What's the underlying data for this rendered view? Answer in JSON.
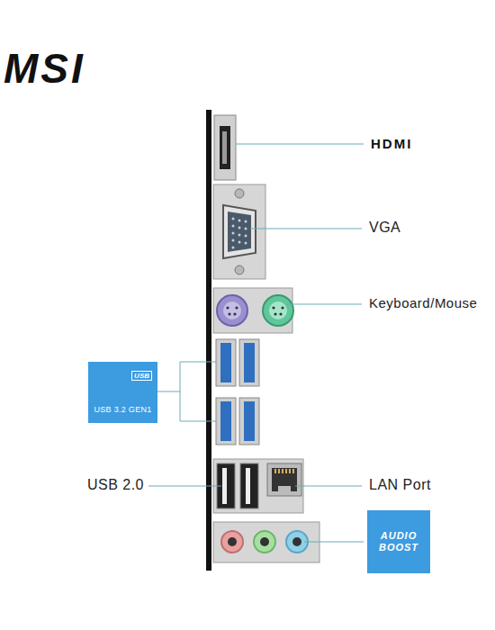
{
  "diagram": {
    "nodes": [
      {
        "text": [
          "USB",
          "USB 3.2 GEN1"
        ]
      },
      {
        "text": [
          "AUDIO BOOST"
        ]
      }
    ],
    "labels": [
      "MSI",
      "HDMI",
      "VGA",
      "Keyboard/Mouse",
      "USB 2.0",
      "LAN Port"
    ]
  }
}
